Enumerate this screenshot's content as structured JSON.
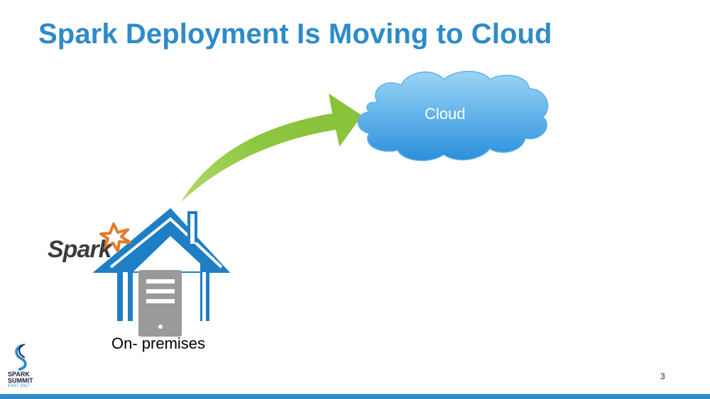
{
  "slide": {
    "title": "Spark Deployment Is Moving to Cloud",
    "page_number": "3"
  },
  "cloud": {
    "label": "Cloud"
  },
  "on_premises": {
    "label": "On- premises"
  },
  "spark_logo": {
    "text": "Spark"
  },
  "summit_logo": {
    "line1": "SPARK",
    "line2": "SUMMIT",
    "line3": "EAST 2017"
  },
  "colors": {
    "title": "#2e8bc9",
    "arrow": "#8dc63f",
    "house": "#1f7fc4",
    "server": "#9a9a9a",
    "cloud_light": "#8ed0f5",
    "cloud_dark": "#2a94de",
    "spark_star": "#e5792a"
  }
}
